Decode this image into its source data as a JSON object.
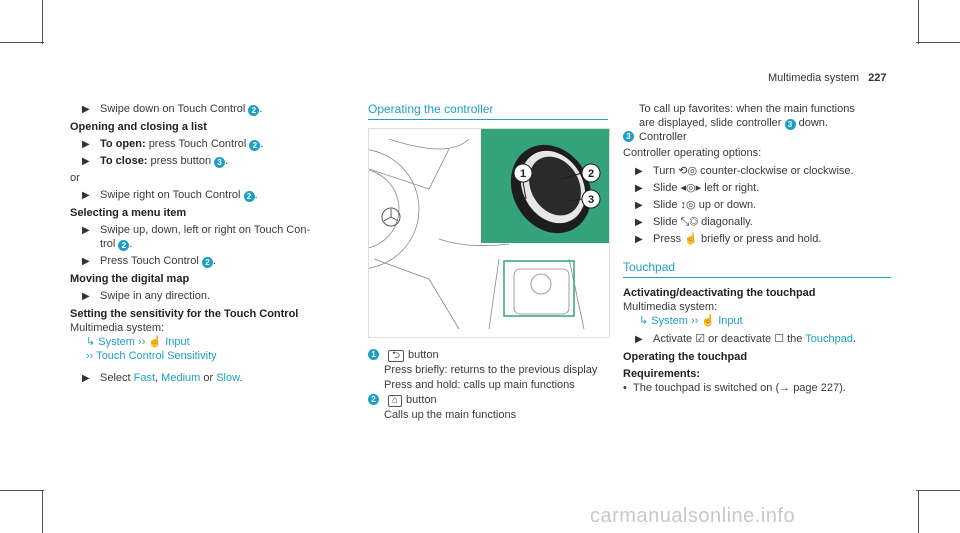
{
  "header": {
    "section": "Multimedia system",
    "page": "227"
  },
  "col1": {
    "step1": "Swipe down on Touch Control",
    "step1_num": "2",
    "h_open": "Opening and closing a list",
    "open_label": "To open:",
    "open_text": "press Touch Control",
    "open_num": "2",
    "close_label": "To close:",
    "close_text": "press button",
    "close_num": "3",
    "or": "or",
    "step_right": "Swipe right on Touch Control",
    "step_right_num": "2",
    "h_select": "Selecting a menu item",
    "swipe_text": "Swipe up, down, left or right on Touch Con-",
    "swipe_text2": "trol",
    "swipe_num": "2",
    "press_text": "Press Touch Control",
    "press_num": "2",
    "h_move": "Moving the digital map",
    "move_text": "Swipe in any direction.",
    "h_sens": "Setting the sensitivity for the Touch Control",
    "ms": "Multimedia system:",
    "menu_system": "System",
    "menu_input": "Input",
    "menu_sens": "Touch Control Sensitivity",
    "select_text": "Select",
    "opt_fast": "Fast",
    "opt_medium": "Medium",
    "or2": "or",
    "opt_slow": "Slow"
  },
  "col2": {
    "title": "Operating the controller",
    "c1_num": "1",
    "c1_label": "button",
    "c1_icon": "back-arrow",
    "c1_l2": "Press briefly: returns to the previous display",
    "c1_l3": "Press and hold: calls up main functions",
    "c2_num": "2",
    "c2_label": "button",
    "c2_icon": "home",
    "c2_l2": "Calls up the main functions",
    "marker1": "1",
    "marker2": "2",
    "marker3": "3"
  },
  "col3": {
    "fav1": "To call up favorites: when the main functions",
    "fav2": "are displayed, slide controller",
    "fav_num": "3",
    "fav3": "down.",
    "c3_num": "3",
    "c3_label": "Controller",
    "options": "Controller operating options:",
    "opt_turn": "Turn",
    "opt_turn2": "counter-clockwise or clockwise.",
    "opt_slide_lr": "Slide",
    "opt_slide_lr2": "left or right.",
    "opt_slide_ud": "Slide",
    "opt_slide_ud2": "up or down.",
    "opt_slide_d": "Slide",
    "opt_slide_d2": "diagonally.",
    "opt_press": "Press",
    "opt_press2": "briefly or press and hold.",
    "title": "Touchpad",
    "h_act": "Activating/deactivating the touchpad",
    "ms": "Multimedia system:",
    "menu_system": "System",
    "menu_input": "Input",
    "act_text": "Activate",
    "act_or": "or deactivate",
    "act_the": "the",
    "act_link": "Touchpad",
    "h_op": "Operating the touchpad",
    "req": "Requirements:",
    "req1": "The touchpad is switched on (→ page 227)."
  },
  "watermark": "carmanualsonline.info",
  "colors": {
    "accent": "#1e9fc6",
    "illustration_green": "#34a37b"
  }
}
